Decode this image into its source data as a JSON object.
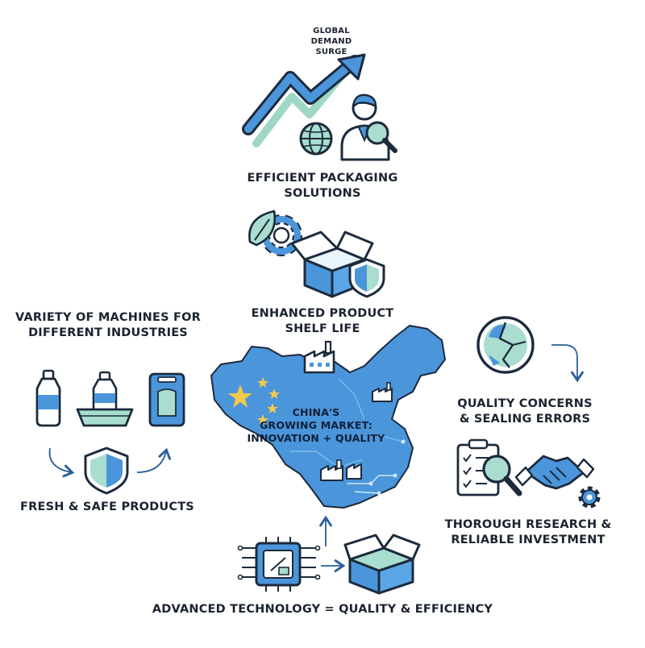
{
  "labels": {
    "global_demand": [
      "GLOBAL",
      "DEMAND SURGE"
    ],
    "efficient_packaging": [
      "EFFICIENT PACKAGING",
      "SOLUTIONS"
    ],
    "enhanced_shelf_life": [
      "ENHANCED PRODUCT",
      "SHELF LIFE"
    ],
    "variety_machines": [
      "VARIETY OF MACHINES FOR",
      "DIFFERENT INDUSTRIES"
    ],
    "china_market": [
      "CHINA'S",
      "GROWING MARKET:",
      "INNOVATION + QUALITY"
    ],
    "quality_concerns": [
      "QUALITY CONCERNS",
      "& SEALING ERRORS"
    ],
    "fresh_safe": [
      "FRESH & SAFE PRODUCTS"
    ],
    "research_investment": [
      "THOROUGH RESEARCH &",
      "RELIABLE INVESTMENT"
    ],
    "advanced_tech": [
      "ADVANCED TECHNOLOGY = QUALITY & EFFICIENCY"
    ]
  },
  "icons": [
    "growth-arrow-icon",
    "globe-icon",
    "analyst-person-icon",
    "magnifier-icon",
    "leaf-gear-icon",
    "open-box-icon",
    "shield-icon",
    "factory-icon",
    "bottle-icon",
    "tray-bottle-icon",
    "pouch-icon",
    "cracked-seal-icon",
    "checklist-icon",
    "handshake-icon",
    "gear-icon",
    "microchip-icon",
    "china-map-icon",
    "star-icon"
  ],
  "colors": {
    "blue": "#3f8fd8",
    "light_blue": "#5aa6e6",
    "mint": "#a9ddd0",
    "navy": "#1c2a3c",
    "arrow": "#2a5f9a"
  }
}
